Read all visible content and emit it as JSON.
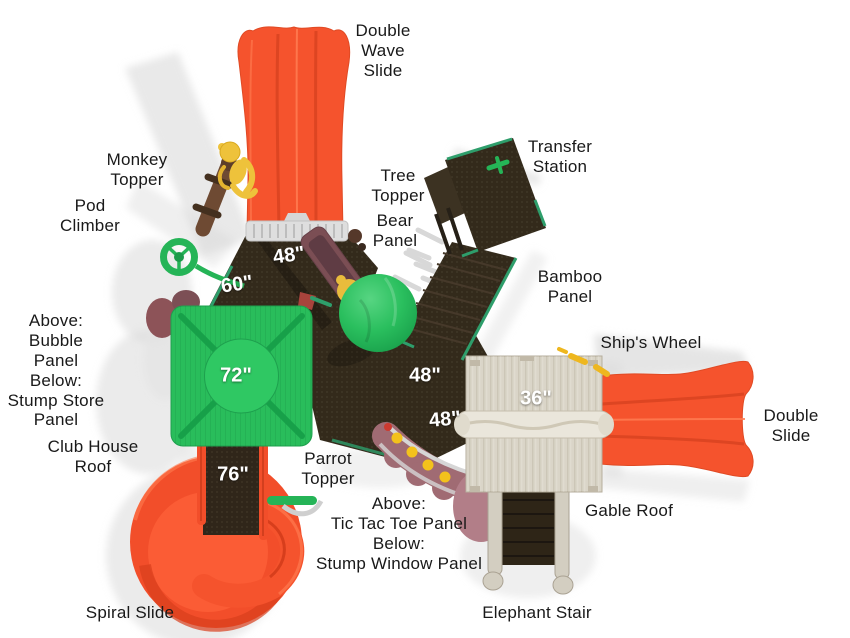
{
  "title": "Playground structure top view diagram",
  "labels": {
    "double_wave_slide": "Double\nWave\nSlide",
    "transfer_station": "Transfer\nStation",
    "monkey_topper": "Monkey\nTopper",
    "pod_climber": "Pod\nClimber",
    "tree_topper": "Tree\nTopper",
    "bear_panel": "Bear\nPanel",
    "bamboo_panel": "Bamboo\nPanel",
    "ships_wheel": "Ship's Wheel",
    "double_slide": "Double\nSlide",
    "above_bubble_panel": "Above:\nBubble\nPanel\nBelow:\nStump Store\nPanel",
    "club_house_roof": "Club House\nRoof",
    "parrot_topper": "Parrot\nTopper",
    "above_tic_tac_toe": "Above:\nTic Tac Toe Panel\nBelow:\nStump Window Panel",
    "gable_roof": "Gable Roof",
    "spiral_slide": "Spiral Slide",
    "elephant_stair": "Elephant Stair"
  },
  "measurements": {
    "top_deck_48": "48\"",
    "top_deck_60": "60\"",
    "club_house_72": "72\"",
    "center_deck_48": "48\"",
    "lower_deck_48": "48\"",
    "gable_roof_36": "36\"",
    "walkway_76": "76\""
  },
  "colors": {
    "slide_red": "#f5532d",
    "roof_green": "#29bd5b",
    "deck_brown": "#332a1b",
    "rail_green": "#2e9e6b",
    "panel_maroon": "#7b4e54",
    "climber_mauve": "#a06b73",
    "roof_tan": "#dad5c8",
    "accent_yellow": "#eec23b",
    "post_brown": "#6e4a33",
    "shadow_gray": "#d7d7d7"
  }
}
